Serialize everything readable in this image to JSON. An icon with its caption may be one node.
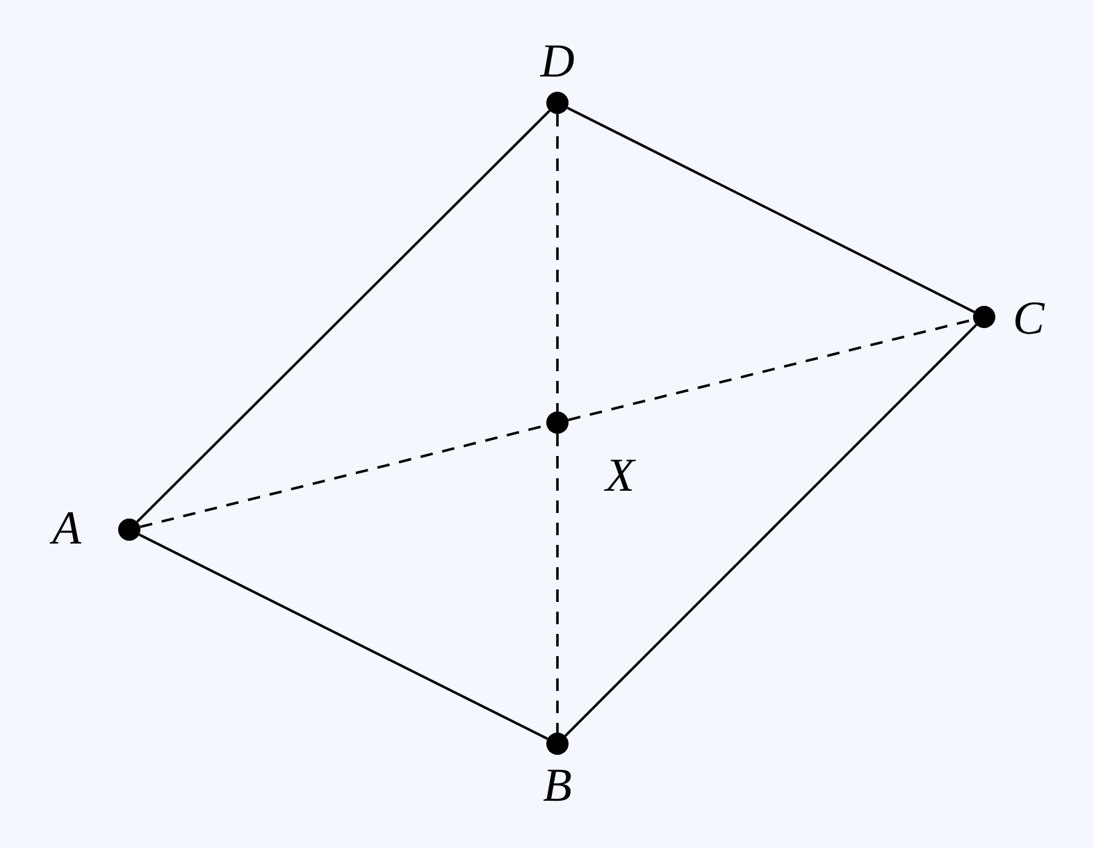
{
  "diagram": {
    "nodes": [
      {
        "text": [],
        "shape": "circle",
        "beside": [
          "D"
        ]
      },
      {
        "text": [],
        "shape": "circle",
        "beside": [
          "C"
        ]
      },
      {
        "text": [],
        "shape": "circle",
        "beside": [
          "X"
        ]
      },
      {
        "text": [],
        "shape": "circle",
        "beside": [
          "A"
        ]
      },
      {
        "text": [],
        "shape": "circle",
        "beside": [
          "B"
        ]
      }
    ],
    "edges": [
      {
        "from": 3,
        "to": 0,
        "arrow": "none"
      },
      {
        "from": 0,
        "to": 1,
        "arrow": "none"
      },
      {
        "from": 1,
        "to": 4,
        "arrow": "none"
      },
      {
        "from": 4,
        "to": 3,
        "arrow": "none"
      },
      {
        "from": 3,
        "to": 2,
        "arrow": "none",
        "style": "dashed"
      },
      {
        "from": 2,
        "to": 1,
        "arrow": "none",
        "style": "dashed"
      },
      {
        "from": 0,
        "to": 2,
        "arrow": "none",
        "style": "dashed"
      },
      {
        "from": 2,
        "to": 4,
        "arrow": "none",
        "style": "dashed"
      }
    ]
  }
}
